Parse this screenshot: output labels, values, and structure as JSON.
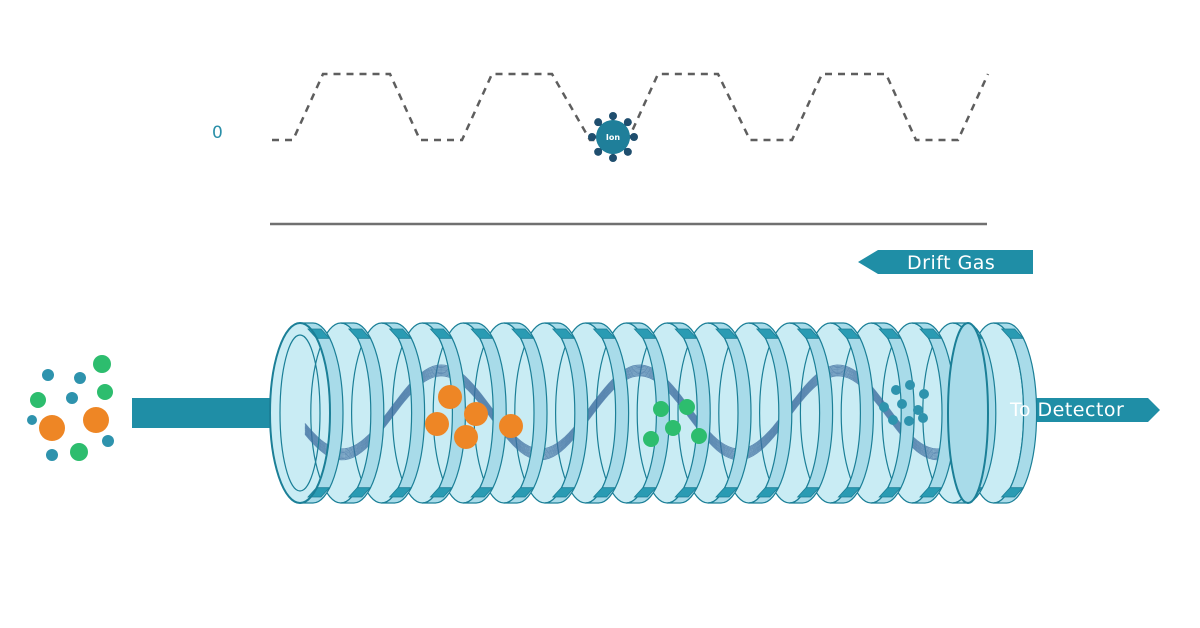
{
  "labels": {
    "zero": "0",
    "ion": "Ion",
    "drift_gas": "Drift Gas",
    "to_detector": "To Detector"
  },
  "colors": {
    "teal_dark": "#1f8ea6",
    "ring_fill": "#a8dbe9",
    "ring_inner": "#c9ecf4",
    "ring_dark": "#2a9bb3",
    "ring_stroke": "#1b7f97",
    "helix": "#3f6fa0",
    "ion_body": "#1f7f9a",
    "ion_spike": "#1f4e6e",
    "wave": "#5e5e5e",
    "baseline": "#707070",
    "orange": "#ee8625",
    "green": "#2dbd6e",
    "small_teal": "#2e93ad"
  },
  "icons": {
    "ion": "ion-icon",
    "drift_arrow": "left-arrow-icon",
    "inlet_arrow": "right-arrow-icon",
    "detector_arrow": "right-arrow-icon"
  }
}
